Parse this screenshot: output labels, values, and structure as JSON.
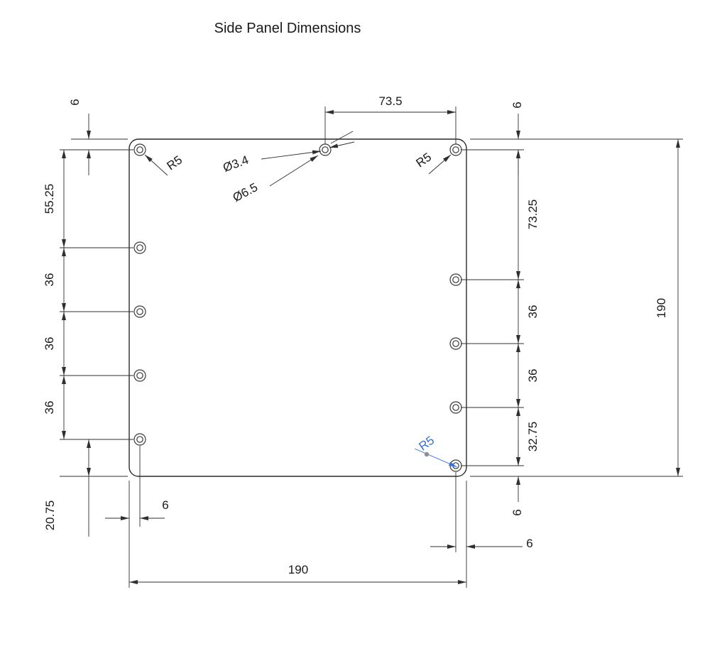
{
  "title": "Side Panel Dimensions",
  "colors": {
    "line": "#2a2a2a",
    "dimension": "#2f2f2f",
    "selected_blue": "#3672d9",
    "leader_dot_gray": "#8f8f8f",
    "background": "#ffffff"
  },
  "annotations": {
    "radius_top_left": "R5",
    "radius_top_right": "R5",
    "radius_bottom_right": "R5",
    "hole_diameter_inner": "Ø3.4",
    "hole_diameter_outer": "Ø6.5"
  },
  "dimensions": {
    "top_hole_spacing": "73.5",
    "top_left_edge_offset": "6",
    "top_right_edge_offset": "6",
    "left_spacing_1": "55.25",
    "left_spacing_2": "36",
    "left_spacing_3": "36",
    "left_spacing_4": "36",
    "left_bottom_offset": "20.75",
    "bottom_left_inset": "6",
    "right_spacing_1": "73.25",
    "right_spacing_2": "36",
    "right_spacing_3": "36",
    "right_spacing_4": "32.75",
    "bottom_right_edge_offset": "6",
    "bottom_right_inset": "6",
    "overall_height": "190",
    "overall_width": "190"
  }
}
